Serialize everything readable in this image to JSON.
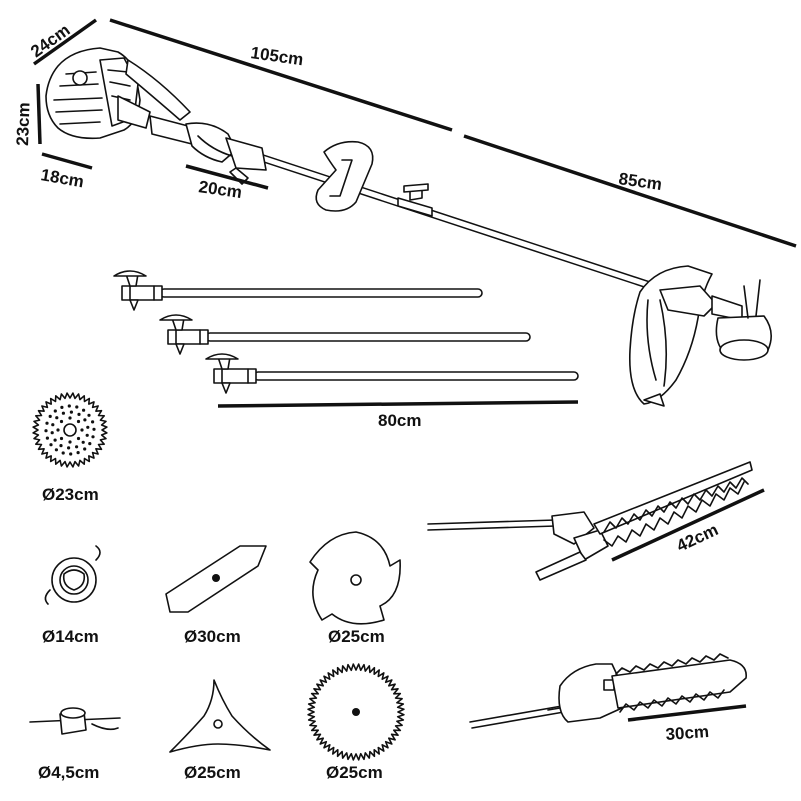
{
  "dimensions": {
    "engine_depth": "24cm",
    "engine_height": "23cm",
    "engine_width": "18cm",
    "handle_length": "20cm",
    "total_length": "105cm",
    "shaft_length": "85cm",
    "extension_length": "80cm",
    "hedge_trimmer_length": "42cm",
    "chainsaw_length": "30cm"
  },
  "accessories": {
    "brush_blade_40t": "Ø23cm",
    "trimmer_head": "Ø14cm",
    "two_tooth_blade": "Ø30cm",
    "four_tooth_blade": "Ø25cm",
    "nylon_line_head": "Ø4,5cm",
    "three_tooth_blade": "Ø25cm",
    "circular_saw_blade": "Ø25cm"
  },
  "colors": {
    "line": "#111111",
    "background": "#ffffff"
  }
}
